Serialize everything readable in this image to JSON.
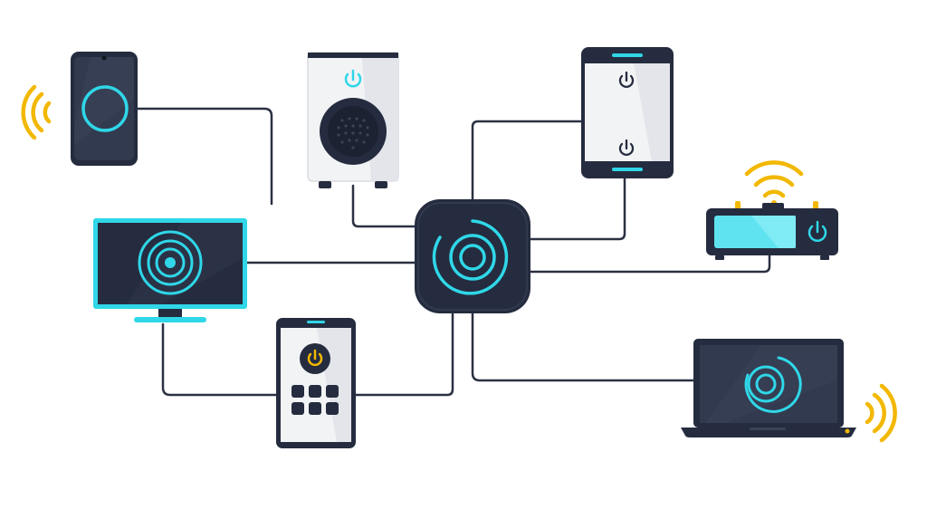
{
  "diagram": {
    "hub": {
      "icon": "target-icon"
    },
    "devices": [
      {
        "id": "smartphone",
        "icon": "target-icon",
        "signal": "wifi-waves-icon"
      },
      {
        "id": "smart-speaker",
        "icon": "power-icon"
      },
      {
        "id": "tablet",
        "icon": "power-icon"
      },
      {
        "id": "router",
        "icon": "power-icon",
        "signal": "wifi-waves-icon"
      },
      {
        "id": "monitor",
        "icon": "target-icon"
      },
      {
        "id": "remote-control",
        "icon": "power-icon",
        "keypad": "keypad-grid-icon"
      },
      {
        "id": "laptop",
        "icon": "target-icon",
        "signal": "wifi-waves-icon"
      }
    ],
    "colors": {
      "device_dark": "#252c3f",
      "device_light": "#f2f3f5",
      "accent_cyan": "#2fd7e8",
      "accent_yellow": "#f2b800",
      "connector": "#2b3142"
    }
  }
}
